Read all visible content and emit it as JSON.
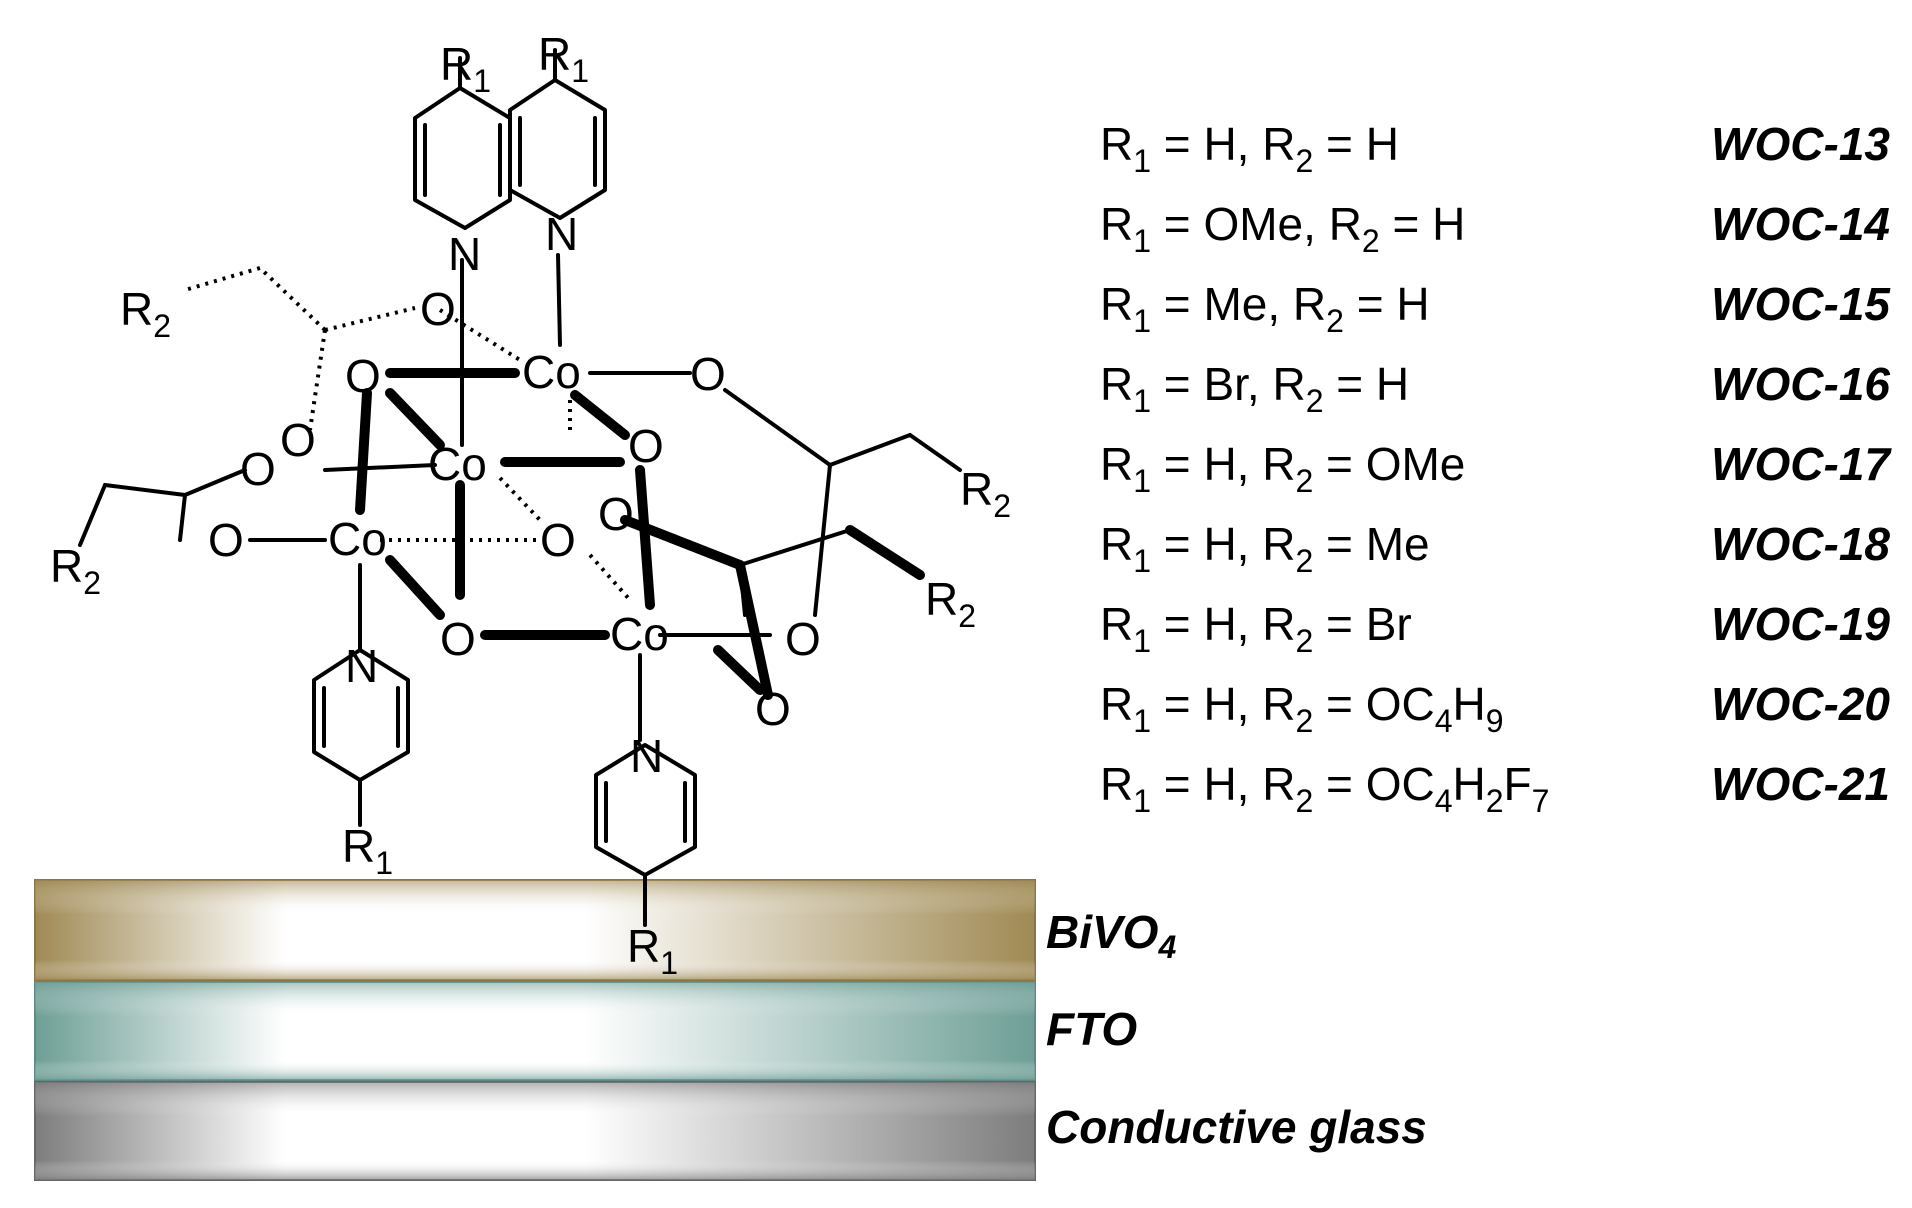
{
  "legend": [
    {
      "r1": "H",
      "r2": "H",
      "r2_sub": "",
      "name": "WOC-13"
    },
    {
      "r1": "OMe",
      "r2": "H",
      "r2_sub": "",
      "name": "WOC-14"
    },
    {
      "r1": "Me",
      "r2": "H",
      "r2_sub": "",
      "name": "WOC-15"
    },
    {
      "r1": "Br",
      "r2": "H",
      "r2_sub": "",
      "name": "WOC-16"
    },
    {
      "r1": "H",
      "r2": "OMe",
      "r2_sub": "",
      "name": "WOC-17"
    },
    {
      "r1": "H",
      "r2": "Me",
      "r2_sub": "",
      "name": "WOC-18"
    },
    {
      "r1": "H",
      "r2": "Br",
      "r2_sub": "",
      "name": "WOC-19"
    },
    {
      "r1": "H",
      "r2": "OC4H9",
      "r2_parts": [
        "OC",
        "4",
        "H",
        "9"
      ],
      "name": "WOC-20"
    },
    {
      "r1": "H",
      "r2": "OC4H2F7",
      "r2_parts": [
        "OC",
        "4",
        "H",
        "2",
        "F",
        "7"
      ],
      "name": "WOC-21"
    }
  ],
  "labels": {
    "r_letter": "R",
    "r1_sub": "1",
    "r2_sub": "2",
    "co": "Co",
    "o": "O",
    "n": "N"
  },
  "layers": [
    {
      "label": "BiVO",
      "label_sub": "4",
      "color_edge": "#a08a54",
      "color_mid": "#ffffff"
    },
    {
      "label": "FTO",
      "label_sub": "",
      "color_edge": "#6e9f96",
      "color_mid": "#ffffff"
    },
    {
      "label": "Conductive glass",
      "label_sub": "",
      "color_edge": "#7d7d7d",
      "color_mid": "#ffffff"
    }
  ]
}
